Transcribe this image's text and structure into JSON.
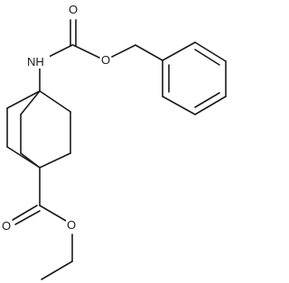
{
  "molecule": {
    "labels": {
      "nh": "NH",
      "o_carbonyl_top": "O",
      "o_ester_top": "O",
      "o_carbonyl_bottom": "O",
      "o_ester_bottom": "O"
    }
  }
}
